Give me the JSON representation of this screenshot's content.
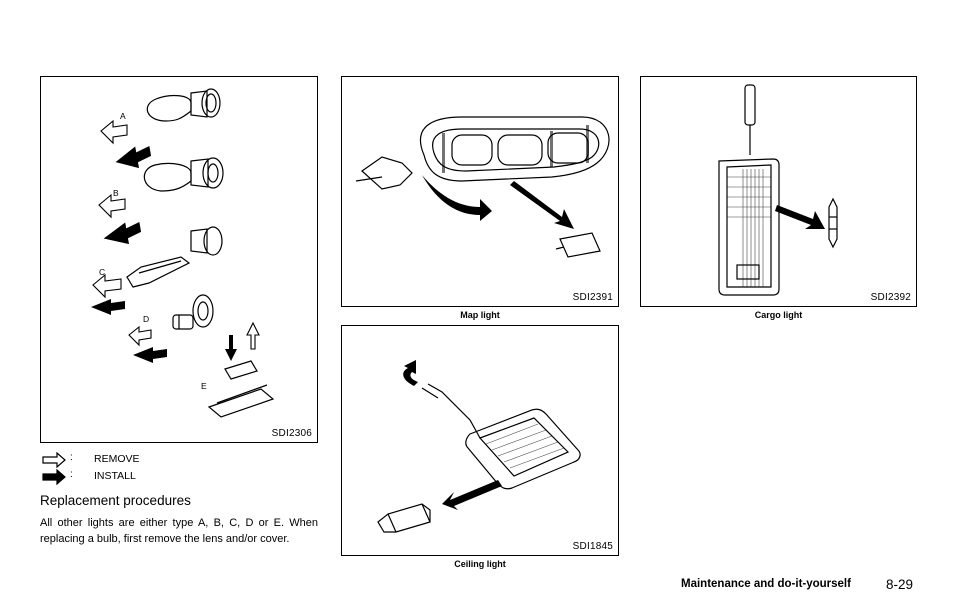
{
  "figures": {
    "bulb_types": {
      "code": "SDI2306",
      "type_labels": [
        "A",
        "B",
        "C",
        "D",
        "E"
      ]
    },
    "map_light": {
      "code": "SDI2391",
      "caption": "Map light"
    },
    "cargo_light": {
      "code": "SDI2392",
      "caption": "Cargo light"
    },
    "ceiling_light": {
      "code": "SDI1845",
      "caption": "Ceiling light"
    }
  },
  "legend": {
    "colon": ":",
    "remove": {
      "label": "REMOVE",
      "icon": "outline-arrow-icon"
    },
    "install": {
      "label": "INSTALL",
      "icon": "solid-arrow-icon"
    }
  },
  "section": {
    "heading": "Replacement procedures",
    "body": "All other lights are either type A, B, C, D or E. When replacing a bulb, first remove the lens and/or cover."
  },
  "footer": {
    "section_title": "Maintenance and do-it-yourself",
    "page_number": "8-29"
  }
}
